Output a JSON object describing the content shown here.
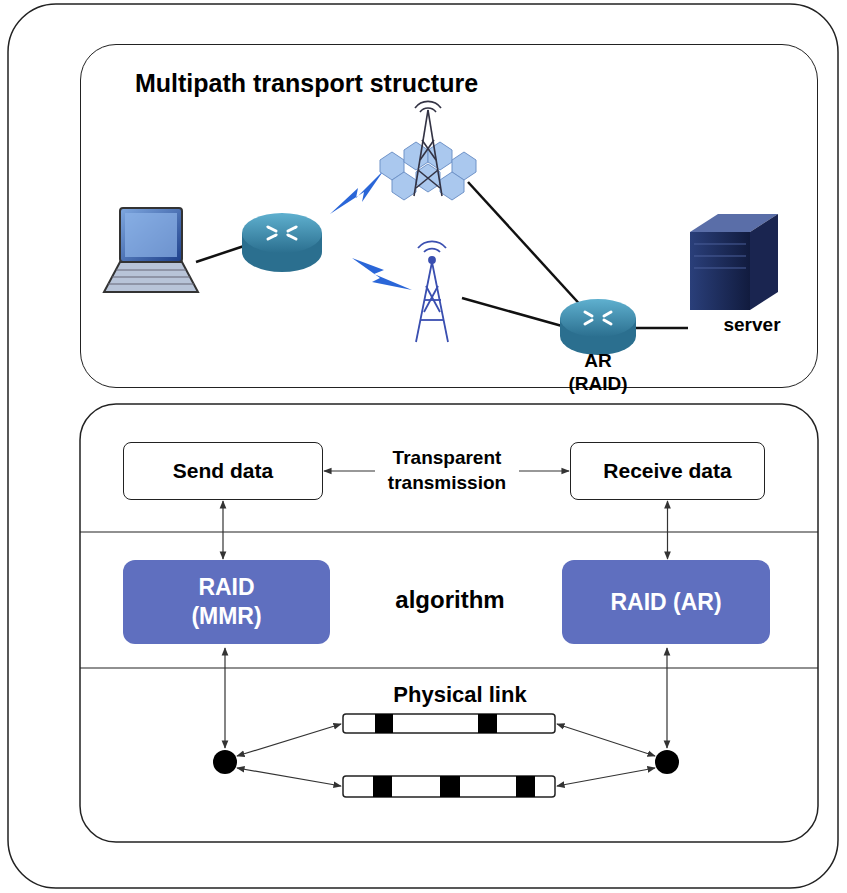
{
  "diagram": {
    "nodes": [
      {
        "text": [
          "Multipath transport structure"
        ]
      },
      {
        "text": [
          "Send data"
        ]
      },
      {
        "text": [
          "Receive data"
        ]
      },
      {
        "text": [
          "RAID (MMR)"
        ]
      },
      {
        "text": [
          "RAID (AR)"
        ]
      }
    ],
    "edges": [
      {
        "from": 1,
        "to": 2,
        "label": "Transparent transmission",
        "arrow": "both"
      },
      {
        "from": 1,
        "to": 3,
        "arrow": "both"
      },
      {
        "from": 2,
        "to": 4,
        "arrow": "both"
      }
    ],
    "labels": [
      "AR (RAID)",
      "server",
      "algorithm",
      "Physical link"
    ]
  }
}
